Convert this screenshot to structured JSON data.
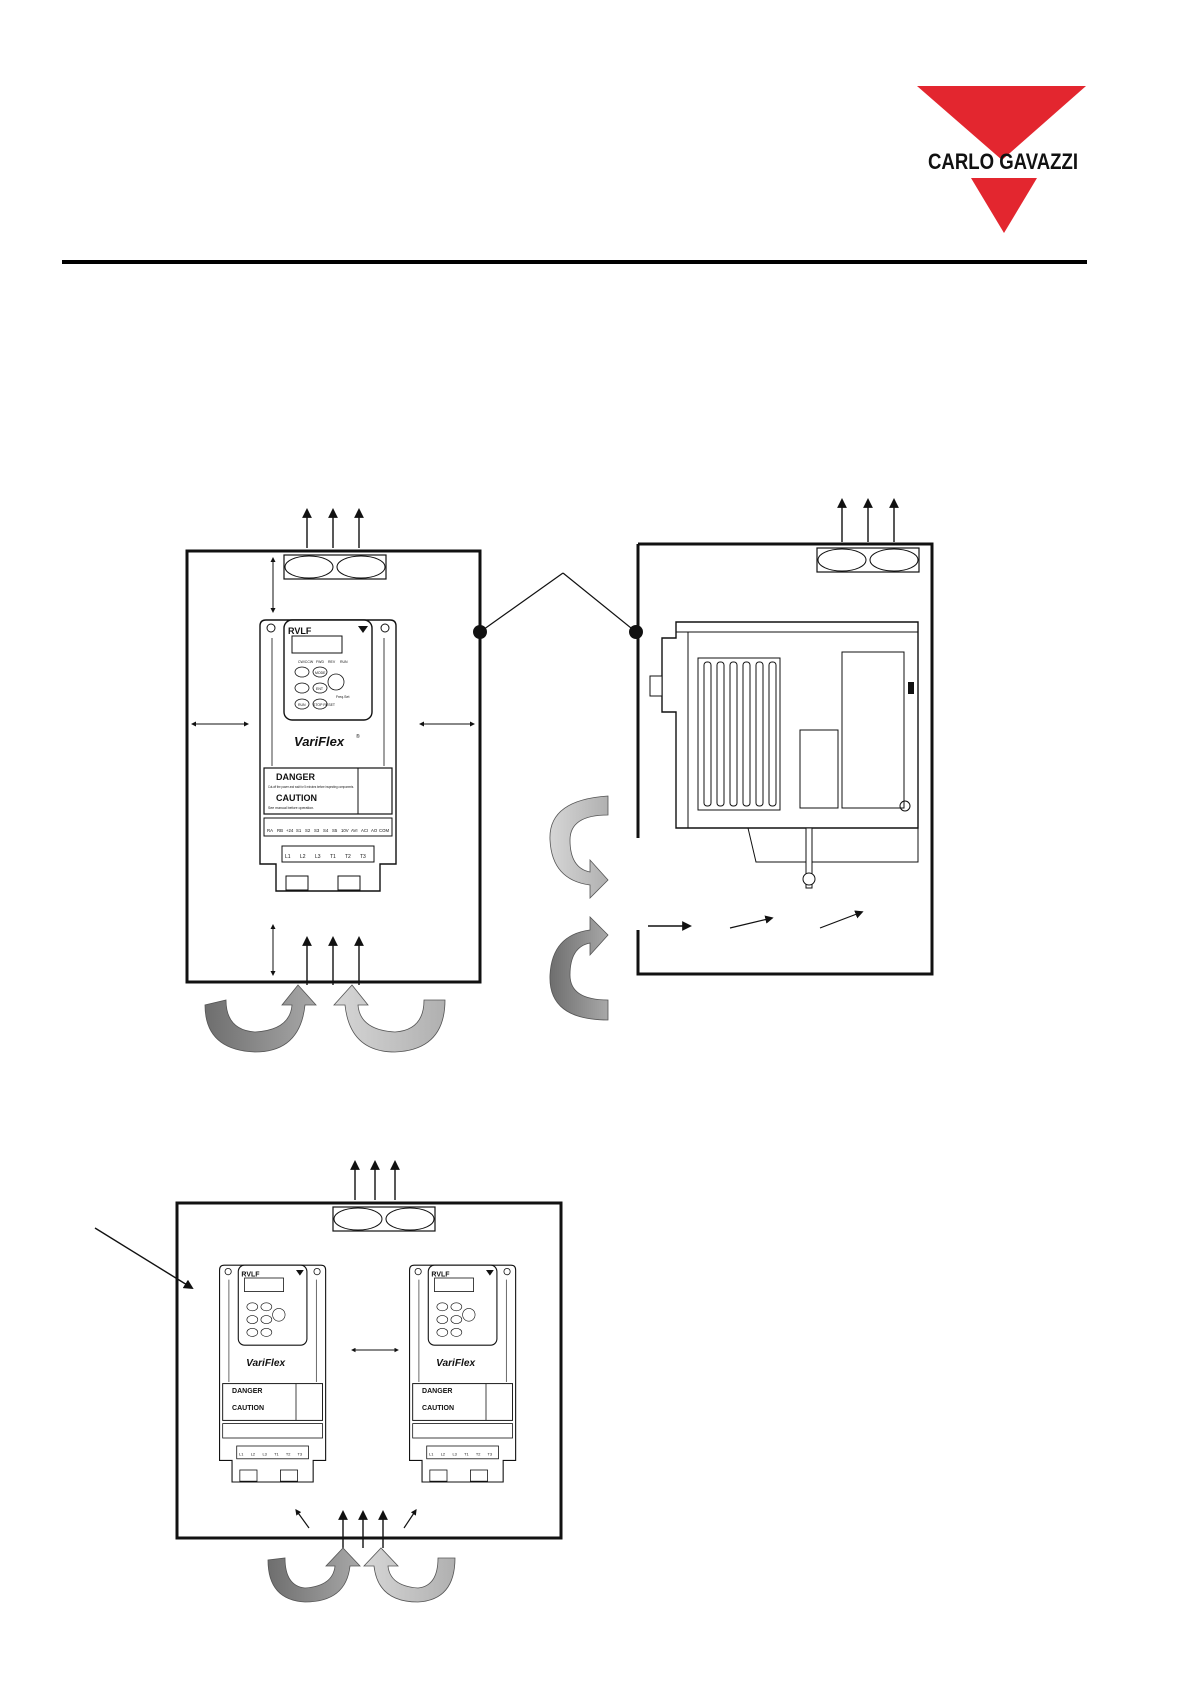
{
  "brand": {
    "name": "CARLO GAVAZZI",
    "logo_color": "#e3262f"
  },
  "drive": {
    "model": "RVLF",
    "product_name": "VariFlex",
    "reg_mark": "®",
    "led_labels": [
      "CW/CCW",
      "FWD",
      "REV",
      "RUN"
    ],
    "keys": [
      "MODE",
      "ENT",
      "RUN",
      "STOP RESET"
    ],
    "pot_label": "Freq.Set",
    "danger_title": "DANGER",
    "danger_text": "Cut-off the power and wait for 5 minutes before inspecting components.",
    "caution_title": "CAUTION",
    "caution_text": "See manual before operation.",
    "control_terminals": [
      "RA",
      "RB",
      "+24",
      "S1",
      "S2",
      "S3",
      "S4",
      "S5",
      "10V",
      "AVI",
      "ACI",
      "AO",
      "COM"
    ],
    "power_terminals": [
      "L1",
      "L2",
      "L3",
      "T1",
      "T2",
      "T3"
    ]
  },
  "colors": {
    "line": "#111111",
    "airflow_dark": "#8a8a8a",
    "airflow_light": "#c8c8c8",
    "rule": "#000000"
  }
}
